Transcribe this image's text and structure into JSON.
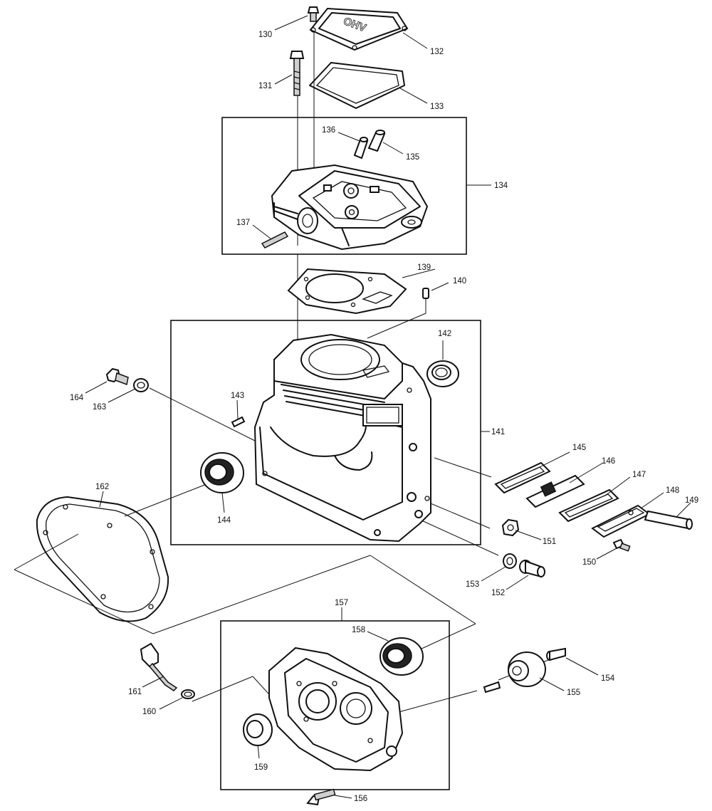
{
  "diagram": {
    "cover_stamp": "OHV",
    "parts": [
      {
        "id": "130",
        "label": "130"
      },
      {
        "id": "131",
        "label": "131"
      },
      {
        "id": "132",
        "label": "132"
      },
      {
        "id": "133",
        "label": "133"
      },
      {
        "id": "134",
        "label": "134"
      },
      {
        "id": "135",
        "label": "135"
      },
      {
        "id": "136",
        "label": "136"
      },
      {
        "id": "137",
        "label": "137"
      },
      {
        "id": "139",
        "label": "139"
      },
      {
        "id": "140",
        "label": "140"
      },
      {
        "id": "141",
        "label": "141"
      },
      {
        "id": "142",
        "label": "142"
      },
      {
        "id": "143",
        "label": "143"
      },
      {
        "id": "144",
        "label": "144"
      },
      {
        "id": "145",
        "label": "145"
      },
      {
        "id": "146",
        "label": "146"
      },
      {
        "id": "147",
        "label": "147"
      },
      {
        "id": "148",
        "label": "148"
      },
      {
        "id": "149",
        "label": "149"
      },
      {
        "id": "150",
        "label": "150"
      },
      {
        "id": "151",
        "label": "151"
      },
      {
        "id": "152",
        "label": "152"
      },
      {
        "id": "153",
        "label": "153"
      },
      {
        "id": "154",
        "label": "154"
      },
      {
        "id": "155",
        "label": "155"
      },
      {
        "id": "156",
        "label": "156"
      },
      {
        "id": "157",
        "label": "157"
      },
      {
        "id": "158",
        "label": "158"
      },
      {
        "id": "159",
        "label": "159"
      },
      {
        "id": "160",
        "label": "160"
      },
      {
        "id": "161",
        "label": "161"
      },
      {
        "id": "162",
        "label": "162"
      },
      {
        "id": "163",
        "label": "163"
      },
      {
        "id": "164",
        "label": "164"
      }
    ]
  }
}
